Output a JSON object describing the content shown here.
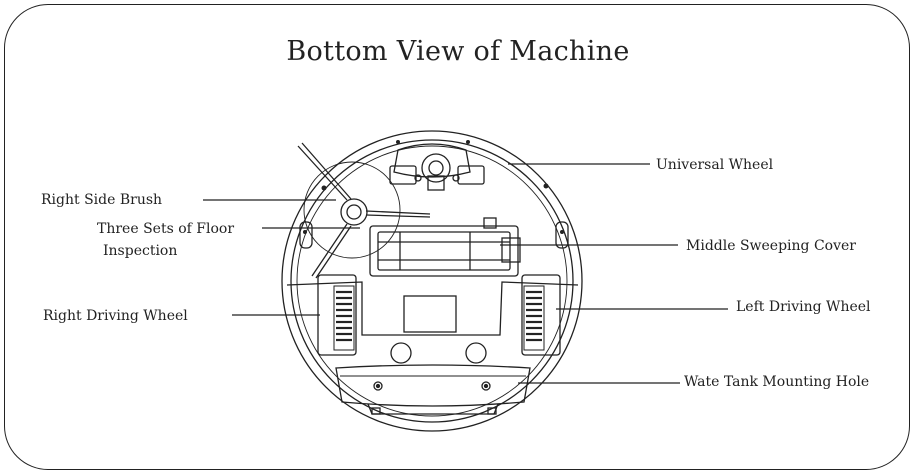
{
  "title": "Bottom View of Machine",
  "labels": {
    "universal_wheel": "Universal Wheel",
    "right_side_brush": "Right Side Brush",
    "floor_inspection_line1": "Three Sets of Floor",
    "floor_inspection_line2": "Inspection",
    "middle_sweeping_cover": "Middle Sweeping Cover",
    "right_driving_wheel": "Right Driving Wheel",
    "left_driving_wheel": "Left Driving Wheel",
    "water_tank_mounting_hole": "Wate Tank Mounting Hole"
  },
  "colors": {
    "line": "#222222",
    "background": "#ffffff"
  }
}
